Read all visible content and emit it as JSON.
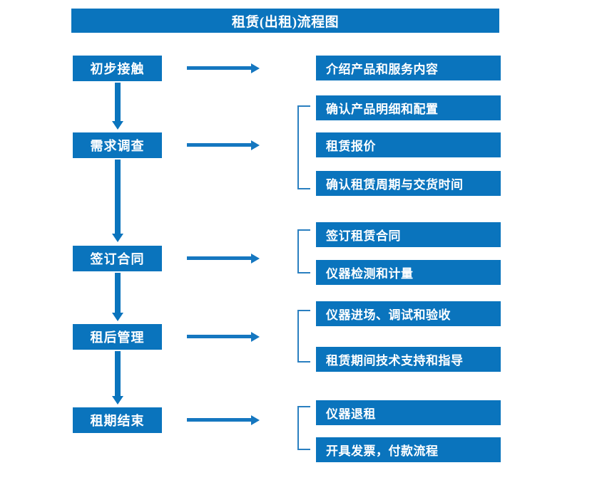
{
  "chart_data": {
    "type": "diagram",
    "title": "租赁(出租)流程图",
    "diagram_kind": "flowchart",
    "orientation": "vertical-with-branches",
    "colors": {
      "node_fill": "#0a74bd",
      "node_text": "#ffffff",
      "arrow": "#1577c0",
      "bracket": "#2a7fc0",
      "background": "#ffffff"
    },
    "stages": [
      {
        "id": "stage-1",
        "label": "初步接触",
        "outputs": [
          "介绍产品和服务内容"
        ],
        "grouped": false
      },
      {
        "id": "stage-2",
        "label": "需求调查",
        "outputs": [
          "确认产品明细和配置",
          "租赁报价",
          "确认租赁周期与交货时间"
        ],
        "grouped": true
      },
      {
        "id": "stage-3",
        "label": "签订合同",
        "outputs": [
          "签订租赁合同",
          "仪器检测和计量"
        ],
        "grouped": true
      },
      {
        "id": "stage-4",
        "label": "租后管理",
        "outputs": [
          "仪器进场、调试和验收",
          "租赁期间技术支持和指导"
        ],
        "grouped": true
      },
      {
        "id": "stage-5",
        "label": "租期结束",
        "outputs": [
          "仪器退租",
          "开具发票，付款流程"
        ],
        "grouped": true
      }
    ]
  },
  "header": {
    "title": "租赁(出租)流程图"
  },
  "left_column": {
    "nodes": [
      {
        "label": "初步接触"
      },
      {
        "label": "需求调查"
      },
      {
        "label": "签订合同"
      },
      {
        "label": "租后管理"
      },
      {
        "label": "租期结束"
      }
    ]
  },
  "right_column": {
    "nodes": [
      {
        "label": "介绍产品和服务内容"
      },
      {
        "label": "确认产品明细和配置"
      },
      {
        "label": "租赁报价"
      },
      {
        "label": "确认租赁周期与交货时间"
      },
      {
        "label": "签订租赁合同"
      },
      {
        "label": "仪器检测和计量"
      },
      {
        "label": "仪器进场、调试和验收"
      },
      {
        "label": "租赁期间技术支持和指导"
      },
      {
        "label": "仪器退租"
      },
      {
        "label": "开具发票，付款流程"
      }
    ]
  }
}
